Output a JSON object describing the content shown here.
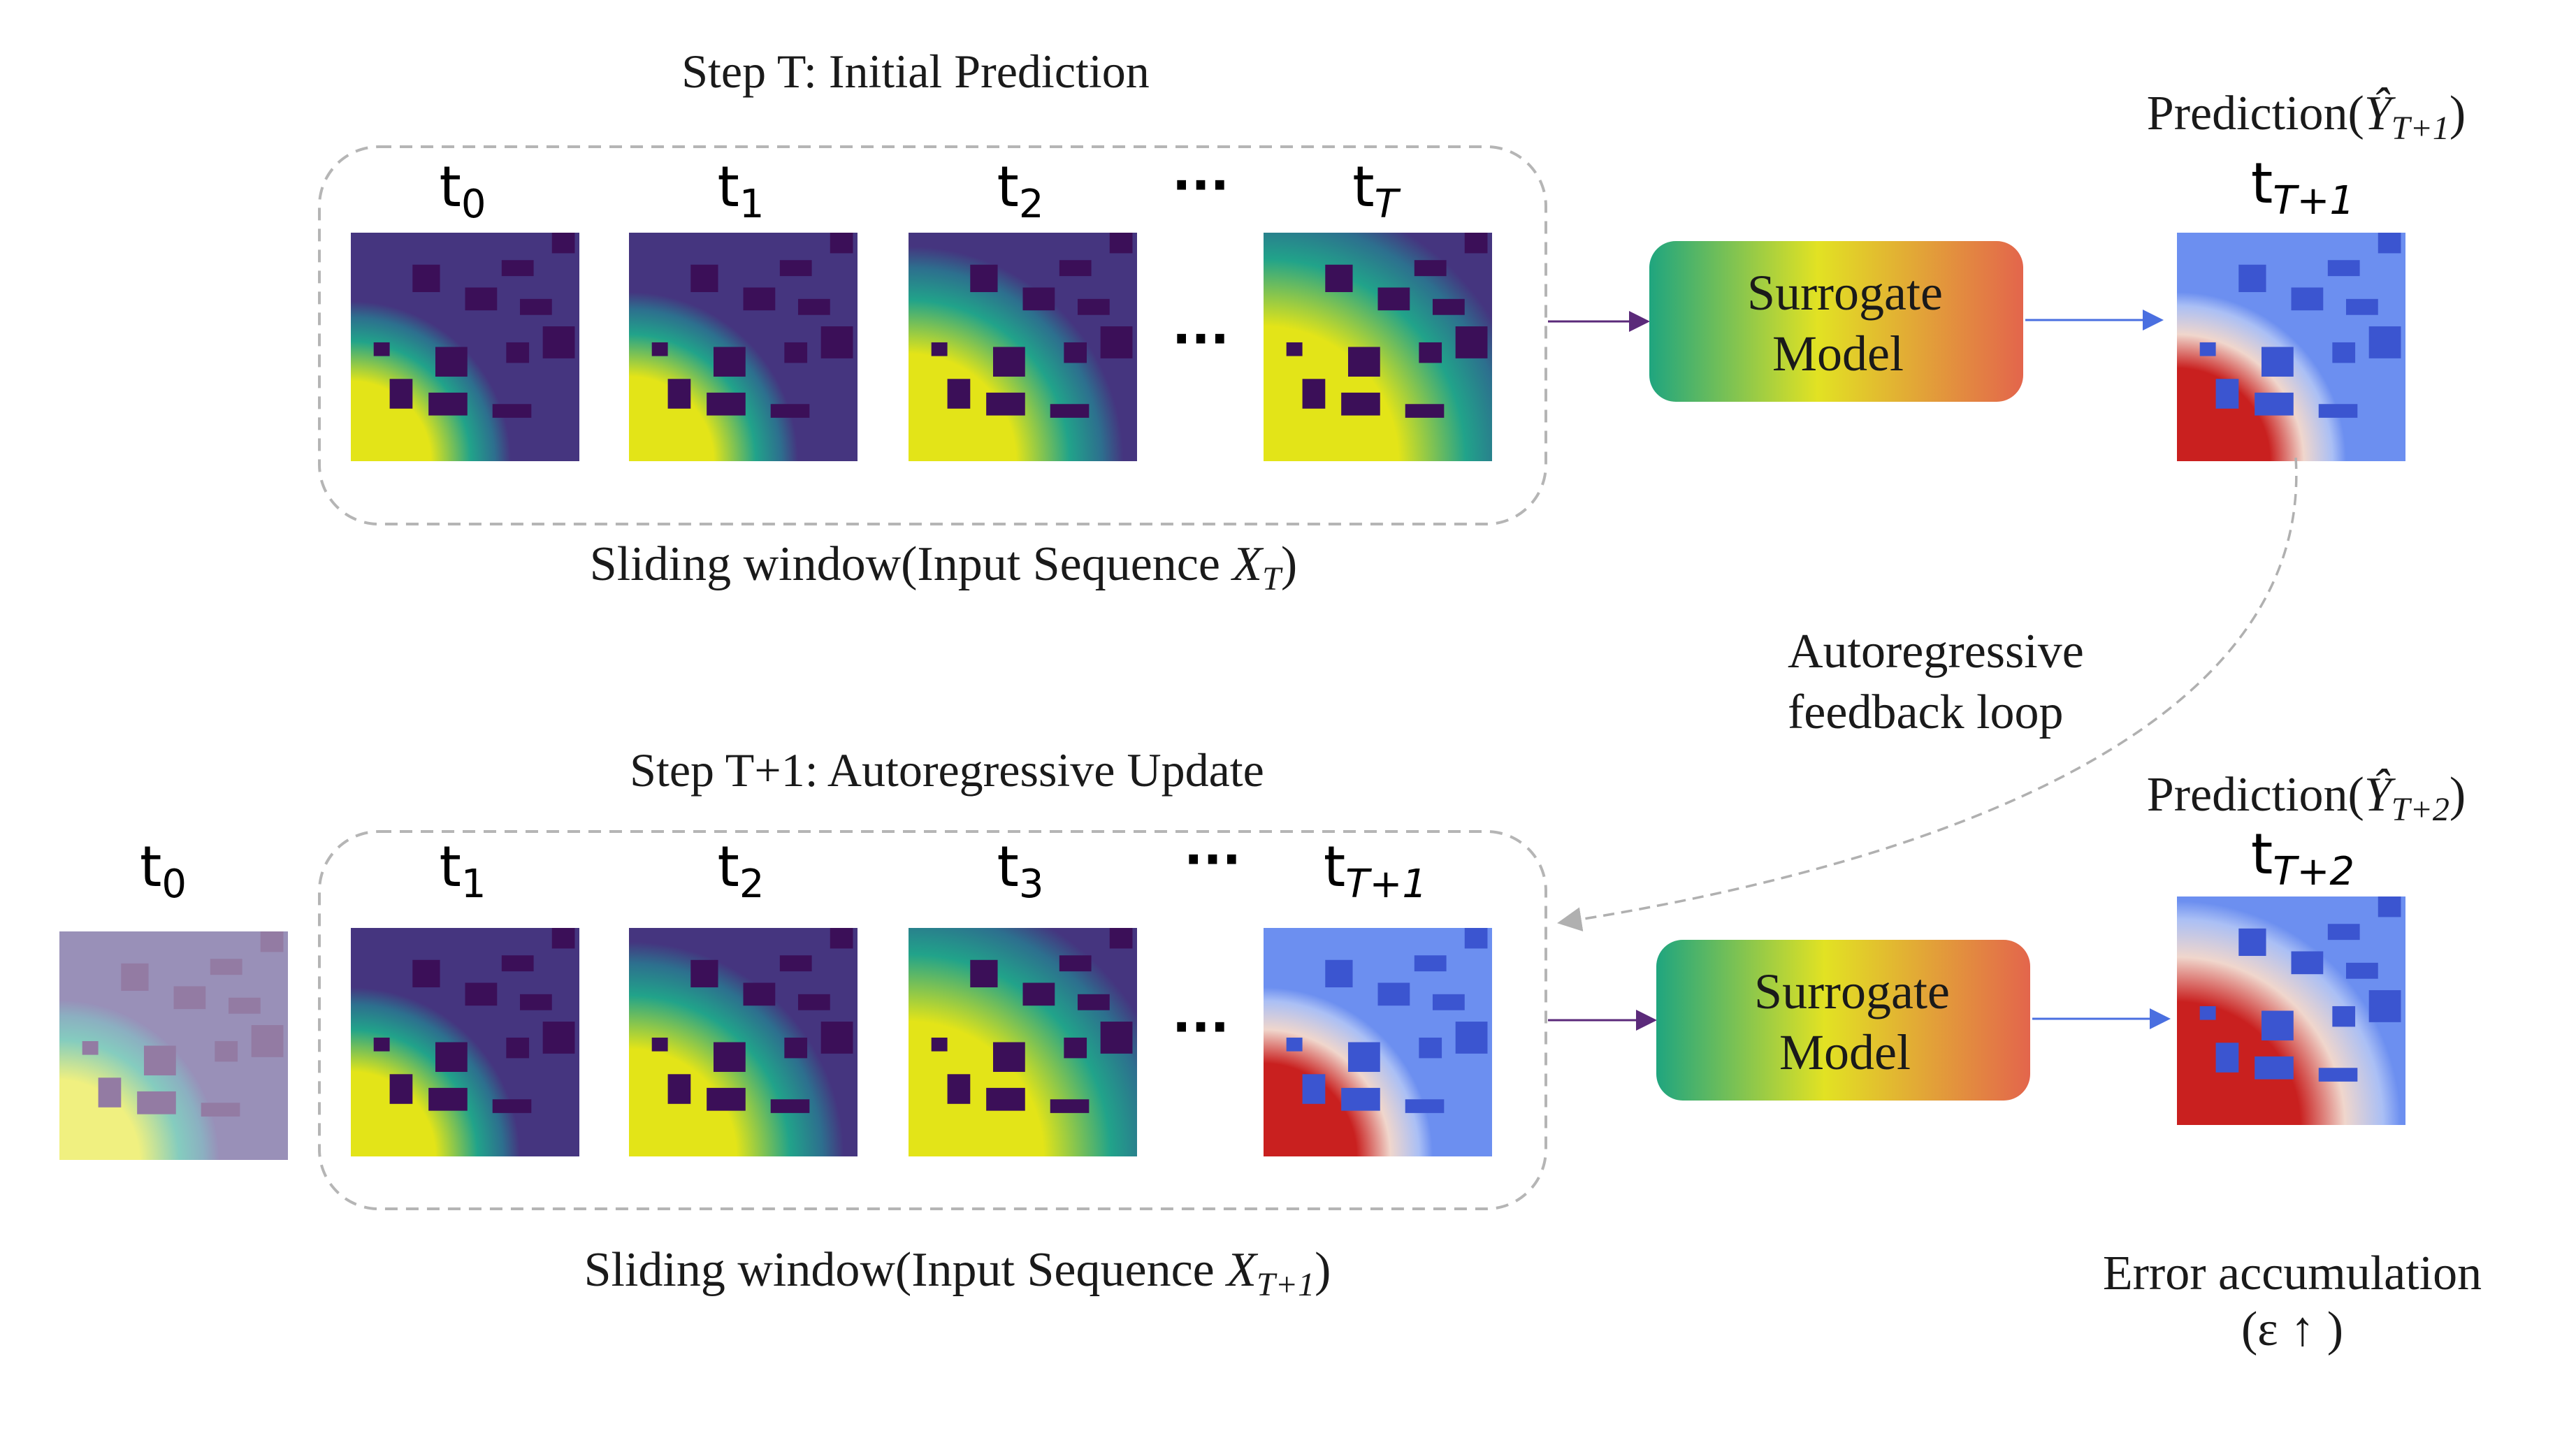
{
  "step1": {
    "title": "Step T: Initial Prediction",
    "window_label_prefix": "Sliding window(Input Sequence ",
    "window_label_var": "X",
    "window_label_sub": "T",
    "window_label_suffix": ")",
    "frames": [
      {
        "label": "t",
        "sub": "0",
        "palette": "viridis",
        "level": 0.25
      },
      {
        "label": "t",
        "sub": "1",
        "palette": "viridis",
        "level": 0.3
      },
      {
        "label": "t",
        "sub": "2",
        "palette": "viridis",
        "level": 0.55
      },
      {
        "label": "t",
        "sub": "T",
        "palette": "viridis",
        "level": 0.85
      }
    ],
    "ellipsis": "···",
    "model": {
      "line1": "Surrogate",
      "line2": "Model"
    },
    "prediction": {
      "label_prefix": "Prediction(",
      "label_var": "Ŷ",
      "label_sub": "T+1",
      "label_suffix": ")",
      "t": "t",
      "t_sub": "T+1",
      "palette": "coolwarm",
      "level": 0.3
    }
  },
  "step2": {
    "title": "Step T+1: Autoregressive Update",
    "window_label_prefix": "Sliding window(Input Sequence ",
    "window_label_var": "X",
    "window_label_sub": "T+1",
    "window_label_suffix": ")",
    "dropped_frame": {
      "label": "t",
      "sub": "0",
      "palette": "viridis-faded",
      "level": 0.25
    },
    "frames": [
      {
        "label": "t",
        "sub": "1",
        "palette": "viridis",
        "level": 0.3
      },
      {
        "label": "t",
        "sub": "2",
        "palette": "viridis",
        "level": 0.55
      },
      {
        "label": "t",
        "sub": "3",
        "palette": "viridis",
        "level": 0.85
      },
      {
        "label": "t",
        "sub": "T+1",
        "palette": "coolwarm",
        "level": 0.3
      }
    ],
    "ellipsis": "···",
    "model": {
      "line1": "Surrogate",
      "line2": "Model"
    },
    "prediction": {
      "label_prefix": "Prediction(",
      "label_var": "Ŷ",
      "label_sub": "T+2",
      "label_suffix": ")",
      "t": "t",
      "t_sub": "T+2",
      "palette": "coolwarm",
      "level": 0.6
    }
  },
  "feedback": {
    "line1": "Autoregressive",
    "line2": "feedback loop"
  },
  "error": {
    "line1": "Error accumulation",
    "line2": "(ε ↑ )"
  },
  "colors": {
    "viridis_bg": "#45357f",
    "viridis_mid": "#21a38a",
    "viridis_hi": "#e3e418",
    "obstacle_dark": "#3b0f58",
    "coolwarm_bg": "#6c8ff0",
    "coolwarm_red": "#c9201f",
    "coolwarm_light": "#f0d6cc",
    "obstacle_blue": "#3b55d0",
    "frame_border": "#b5b5b5",
    "arrow_purple": "#5b2a7a",
    "arrow_blue": "#4a6fe0",
    "feedback_gray": "#b0b0b0"
  }
}
